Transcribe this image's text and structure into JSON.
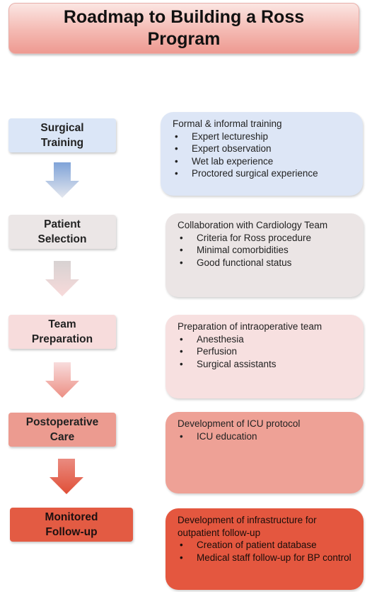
{
  "title": "Roadmap to Building a Ross Program",
  "stages": [
    {
      "label": "Surgical Training",
      "color": "#dbe6f7",
      "desc_color": "#dde6f6",
      "heading": "Formal & informal training",
      "items": [
        "Expert lectureship",
        "Expert observation",
        "Wet lab experience",
        "Proctored surgical experience"
      ]
    },
    {
      "label": "Patient Selection",
      "color": "#ebe6e6",
      "desc_color": "#ebe5e5",
      "heading": "Collaboration with Cardiology Team",
      "items": [
        "Criteria for Ross procedure",
        "Minimal comorbidities",
        "Good functional status"
      ]
    },
    {
      "label": "Team Preparation",
      "color": "#f7dcdc",
      "desc_color": "#f7e0e0",
      "heading": "Preparation of intraoperative team",
      "items": [
        "Anesthesia",
        "Perfusion",
        "Surgical assistants"
      ]
    },
    {
      "label": "Postoperative Care",
      "color": "#ec9b90",
      "desc_color": "#eea196",
      "heading": "Development of ICU protocol",
      "items": [
        "ICU education"
      ]
    },
    {
      "label": "Monitored Follow-up",
      "color": "#e35b43",
      "desc_color": "#e4573f",
      "heading": "Development of infrastructure for outpatient follow-up",
      "items": [
        "Creation of patient database",
        "Medical staff follow-up for BP control"
      ]
    }
  ]
}
